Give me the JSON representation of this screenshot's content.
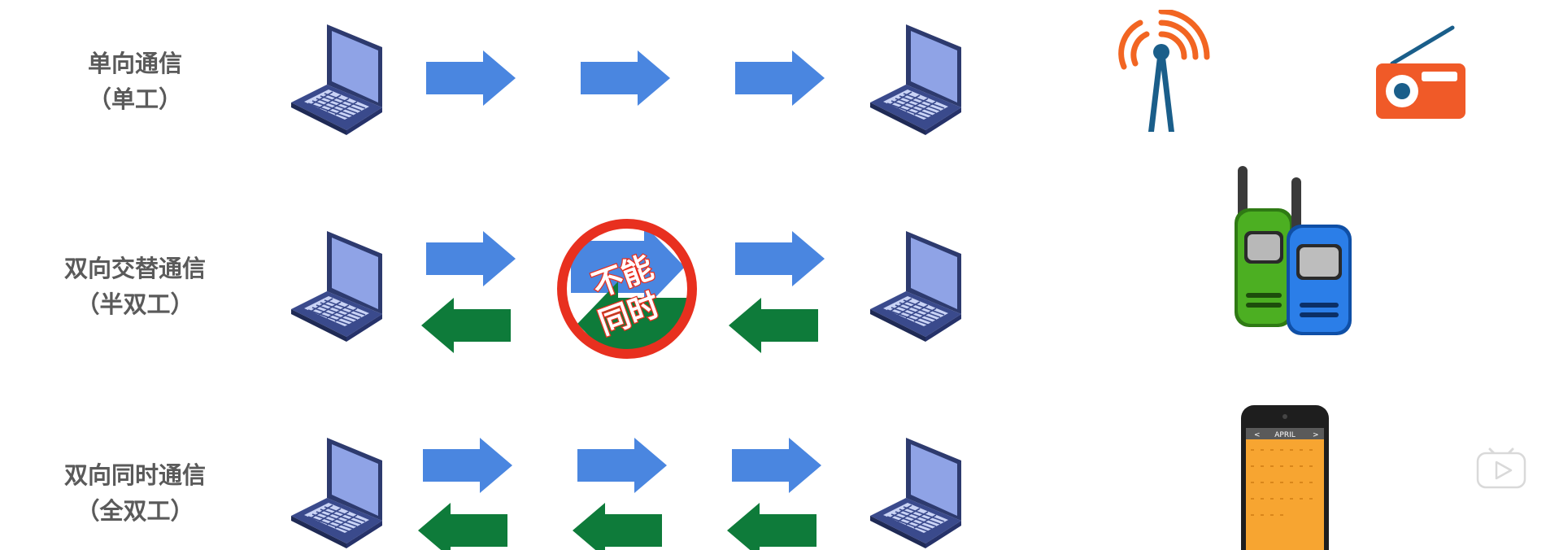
{
  "rows": [
    {
      "id": "simplex",
      "title": "单向通信",
      "subtitle": "（单工）"
    },
    {
      "id": "half-duplex",
      "title": "双向交替通信",
      "subtitle": "（半双工）"
    },
    {
      "id": "full-duplex",
      "title": "双向同时通信",
      "subtitle": "（全双工）"
    }
  ],
  "prohibit_sign": {
    "line1": "不能",
    "line2": "同时"
  },
  "calendar": {
    "month": "APRIL",
    "prev": "<",
    "next": ">"
  },
  "icons": {
    "laptop": "laptop-icon",
    "arrow_right": "arrow-right-icon",
    "arrow_left": "arrow-left-icon",
    "antenna": "radio-tower-icon",
    "radio": "radio-icon",
    "walkie_talkie": "walkie-talkie-icon",
    "phone": "smartphone-icon",
    "play": "play-icon"
  },
  "colors": {
    "arrow_blue": "#4a86e0",
    "arrow_green": "#0e7b3a",
    "label_gray": "#5a5a5a",
    "prohibit_red": "#e8301f",
    "antenna_orange": "#f26522",
    "antenna_blue": "#1a5e8a",
    "walkie_green": "#3f9a1a",
    "walkie_blue": "#1e6ed8",
    "phone_orange": "#f7a531"
  }
}
